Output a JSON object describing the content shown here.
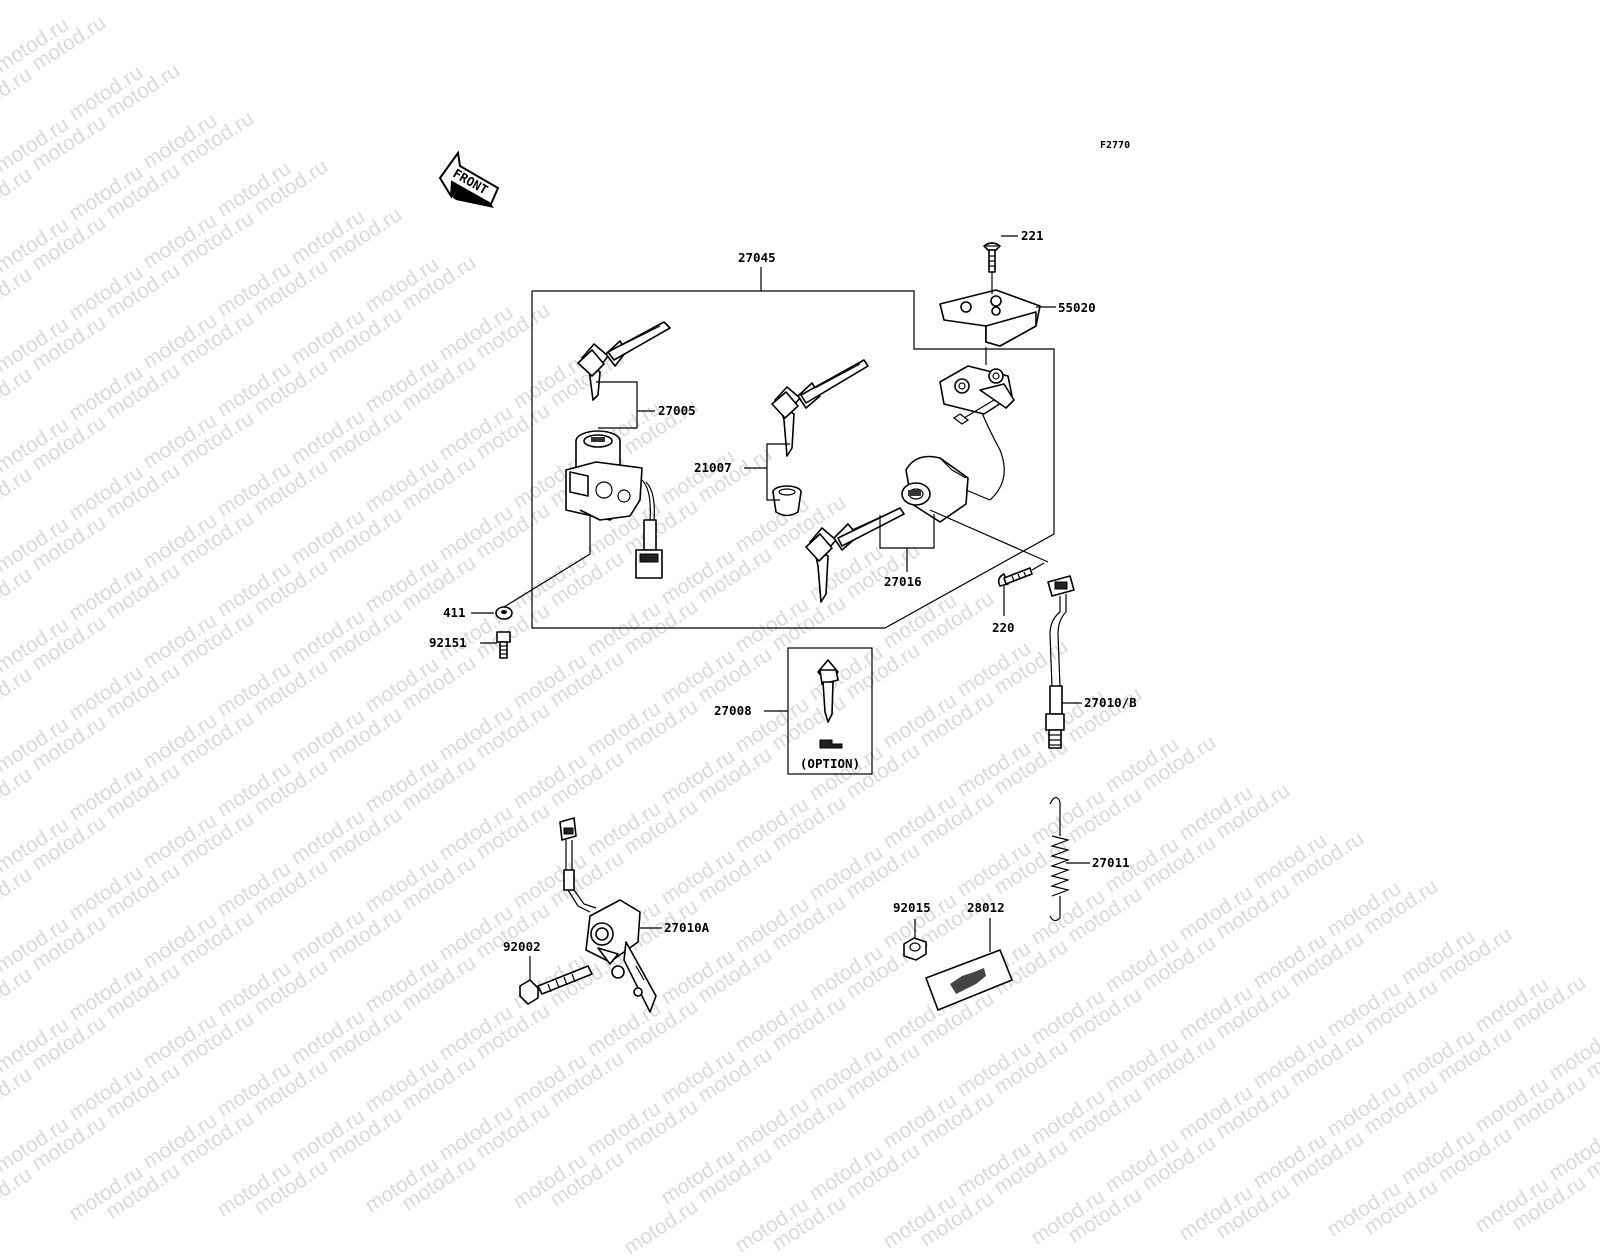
{
  "watermark": "motod.ru",
  "figure_code": "F2770",
  "front_label": "FRONT",
  "option_label": "(OPTION)",
  "parts": {
    "p27045": "27045",
    "p221": "221",
    "p55020": "55020",
    "p27005": "27005",
    "p21007": "21007",
    "p27016": "27016",
    "p411": "411",
    "p92151": "92151",
    "p220": "220",
    "p27008": "27008",
    "p27010b": "27010/B",
    "p27011": "27011",
    "p92015": "92015",
    "p28012": "28012",
    "p27010a": "27010A",
    "p92002": "92002"
  }
}
